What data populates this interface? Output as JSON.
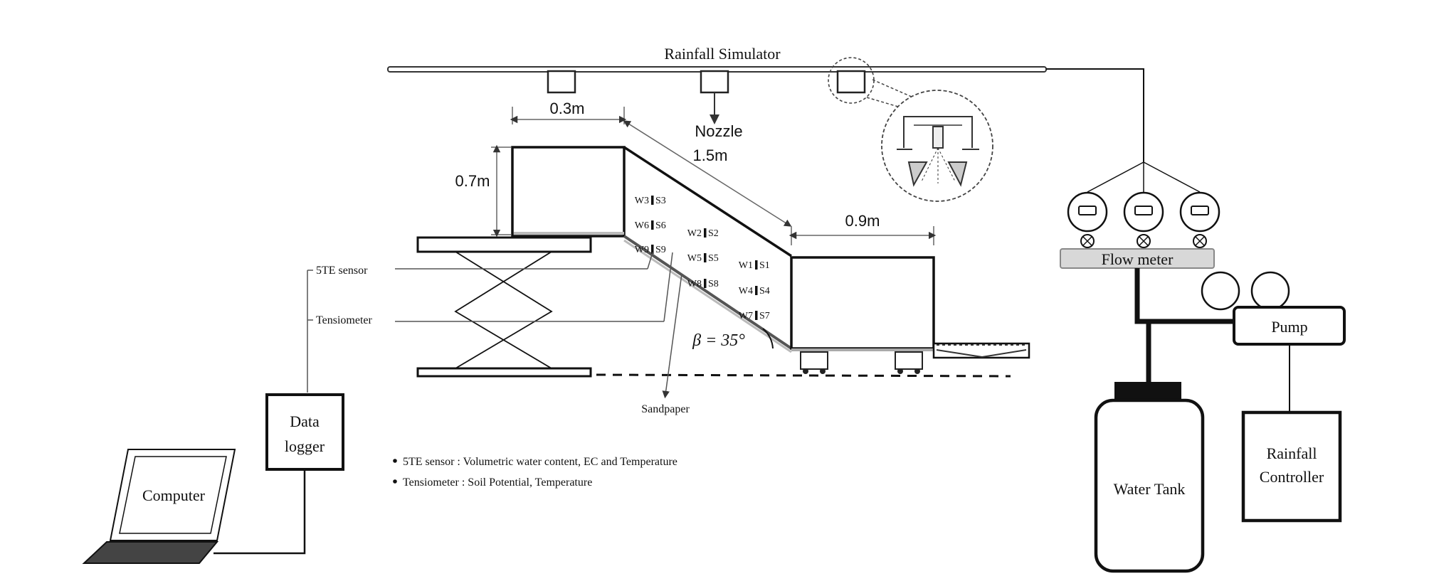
{
  "title": "Rainfall Simulator",
  "labels": {
    "nozzle": "Nozzle",
    "top_width": "0.3m",
    "slope_length": "1.5m",
    "height": "0.7m",
    "bottom_width": "0.9m",
    "angle": "β = 35°",
    "five_te_sensor": "5TE sensor",
    "tensiometer": "Tensiometer",
    "sandpaper": "Sandpaper",
    "flow_meter": "Flow meter",
    "pump": "Pump",
    "water_tank": "Water Tank",
    "rainfall_controller_line1": "Rainfall",
    "rainfall_controller_line2": "Controller",
    "data_logger_line1": "Data",
    "data_logger_line2": "logger",
    "computer": "Computer"
  },
  "sensors": [
    {
      "w": "W3",
      "s": "S3"
    },
    {
      "w": "W6",
      "s": "S6"
    },
    {
      "w": "W9",
      "s": "S9"
    },
    {
      "w": "W2",
      "s": "S2"
    },
    {
      "w": "W5",
      "s": "S5"
    },
    {
      "w": "W8",
      "s": "S8"
    },
    {
      "w": "W1",
      "s": "S1"
    },
    {
      "w": "W4",
      "s": "S4"
    },
    {
      "w": "W7",
      "s": "S7"
    }
  ],
  "legend": [
    "5TE sensor : Volumetric water content, EC and Temperature",
    "Tensiometer : Soil Potential, Temperature"
  ]
}
